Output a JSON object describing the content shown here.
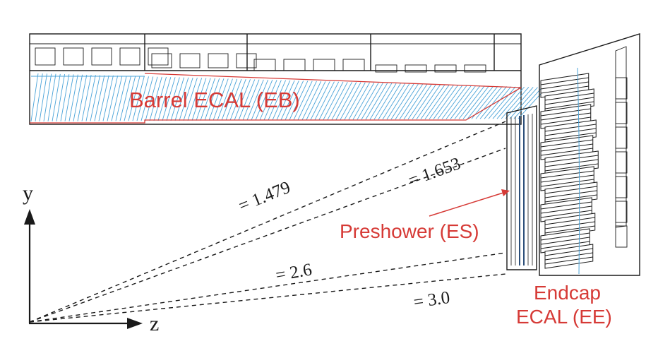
{
  "labels": {
    "barrel": "Barrel ECAL (EB)",
    "preshower": "Preshower (ES)",
    "endcap_line1": "Endcap",
    "endcap_line2": "ECAL (EE)"
  },
  "eta_lines": [
    {
      "label": "= 1.479"
    },
    {
      "label": "= 1.653"
    },
    {
      "label": "= 2.6"
    },
    {
      "label": "= 3.0"
    }
  ],
  "axes": {
    "y": "y",
    "z": "z"
  },
  "colors": {
    "label_red": "#d63a36",
    "crystal_blue": "#4aa3d8",
    "ink": "#1a1a1a"
  }
}
